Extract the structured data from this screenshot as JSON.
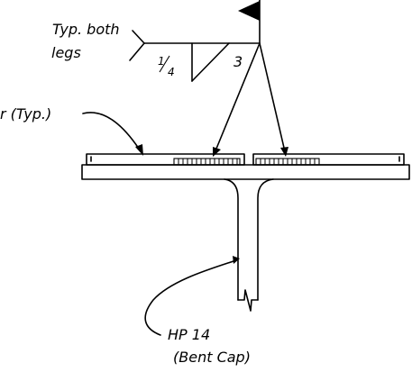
{
  "weld_callout": {
    "note_line1": "Typ. both",
    "note_line2": "legs",
    "fraction_numerator": "1",
    "fraction_denominator": "4",
    "weld_size": "3"
  },
  "left_label": "r (Typ.)",
  "pile_label": {
    "line1": "HP 14",
    "line2": "(Bent Cap)"
  }
}
